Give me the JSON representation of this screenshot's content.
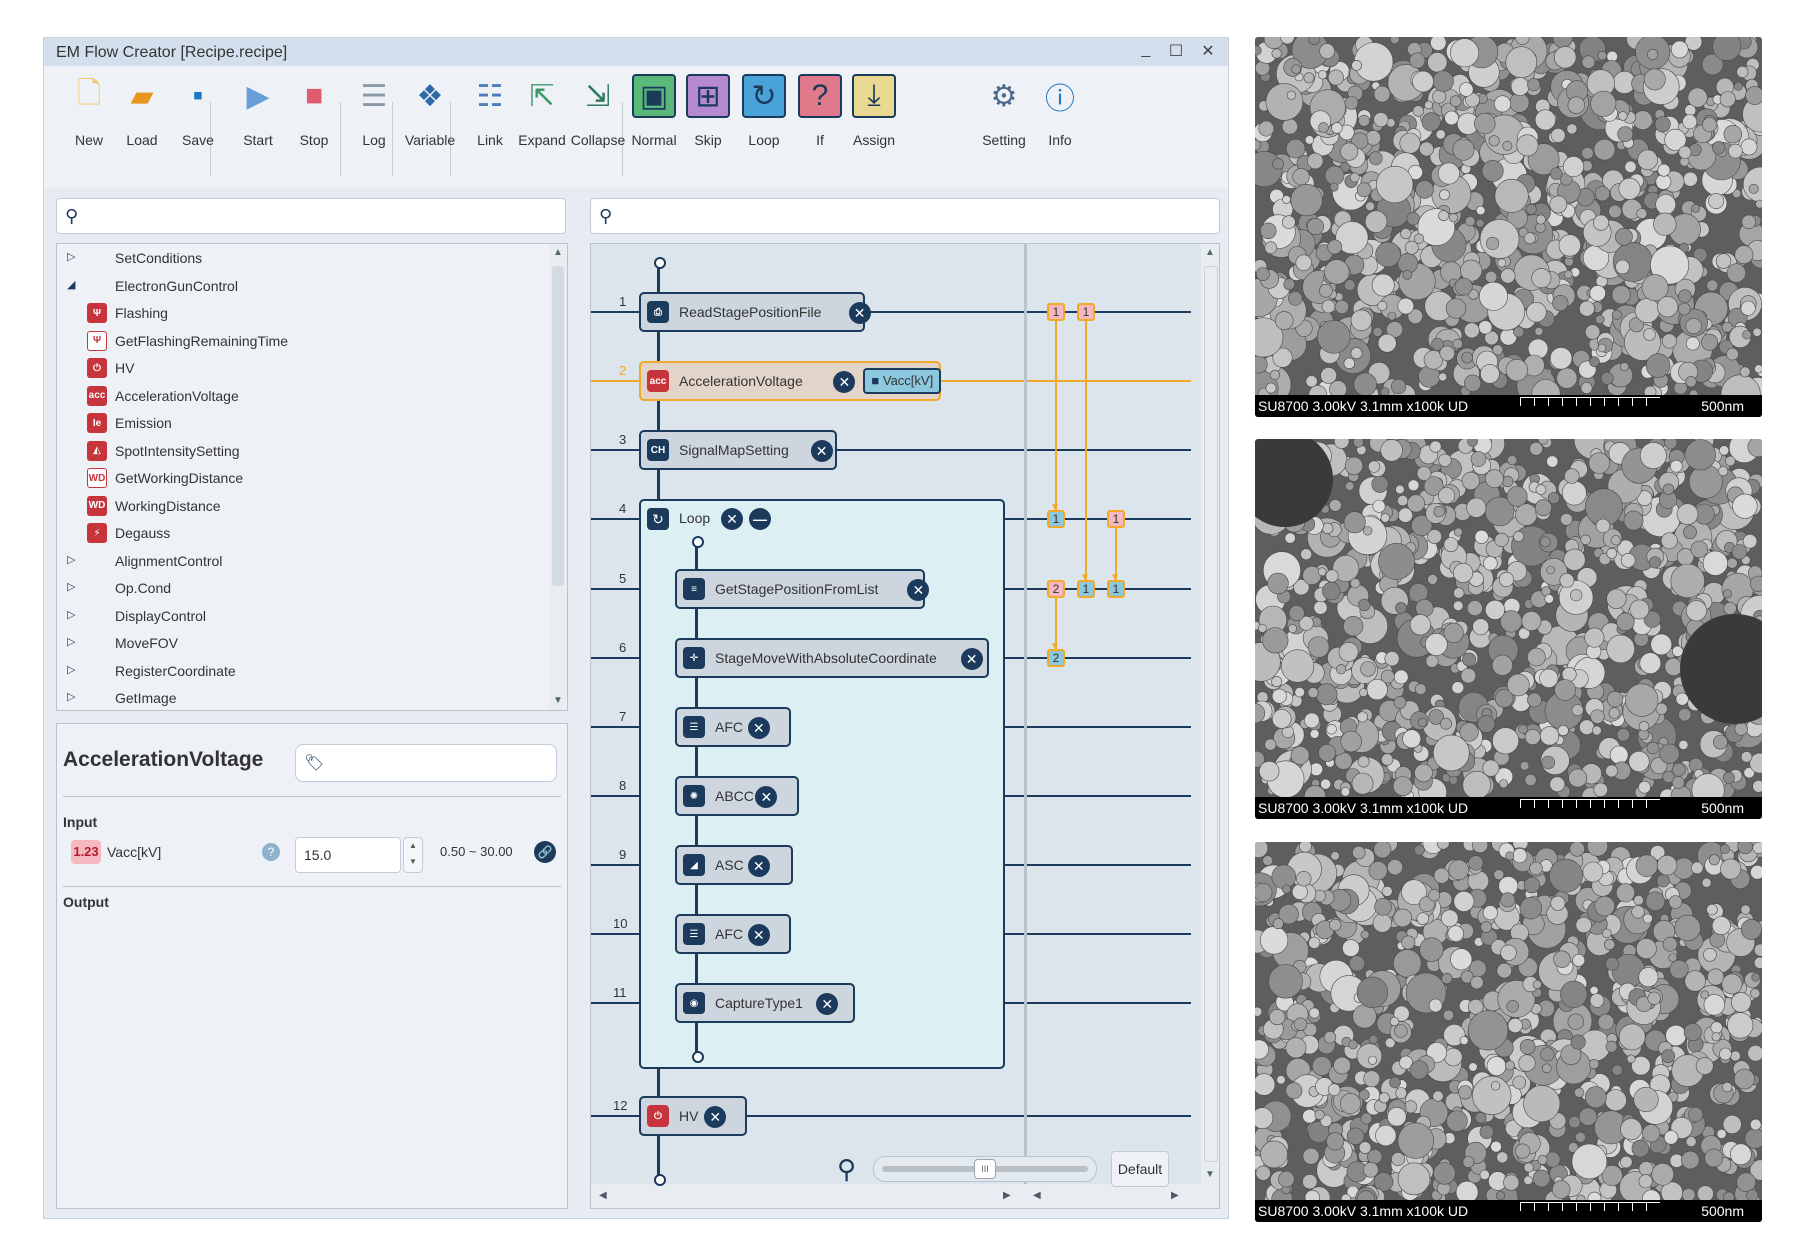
{
  "window": {
    "title": "EM Flow Creator  [Recipe.recipe]",
    "minimize": "_",
    "maximize": "☐",
    "close": "✕"
  },
  "toolbar": [
    {
      "id": "new",
      "label": "New",
      "icon": "new-file-icon",
      "color": "#f0c860",
      "glyph": "🗋"
    },
    {
      "id": "load",
      "label": "Load",
      "icon": "folder-icon",
      "color": "#e8961e",
      "glyph": "▰"
    },
    {
      "id": "save",
      "label": "Save",
      "icon": "save-icon",
      "color": "#1e78c8",
      "glyph": "▪"
    },
    {
      "id": "start",
      "label": "Start",
      "icon": "play-icon",
      "color": "#6a9ed8",
      "glyph": "▶"
    },
    {
      "id": "stop",
      "label": "Stop",
      "icon": "stop-icon",
      "color": "#e05a6e",
      "glyph": "■"
    },
    {
      "id": "log",
      "label": "Log",
      "icon": "log-icon",
      "color": "#8a98a8",
      "glyph": "☰"
    },
    {
      "id": "variable",
      "label": "Variable",
      "icon": "variable-icon",
      "color": "#2e6aa8",
      "glyph": "❖"
    },
    {
      "id": "link",
      "label": "Link",
      "icon": "link-icon",
      "color": "#4a7eb8",
      "glyph": "☷"
    },
    {
      "id": "expand",
      "label": "Expand",
      "icon": "expand-icon",
      "color": "#3c9a6a",
      "glyph": "⇱"
    },
    {
      "id": "collapse",
      "label": "Collapse",
      "icon": "collapse-icon",
      "color": "#2e7a5c",
      "glyph": "⇲"
    },
    {
      "id": "normal",
      "label": "Normal",
      "icon": "normal-node-icon",
      "color": "#59b87a",
      "glyph": "▣"
    },
    {
      "id": "skip",
      "label": "Skip",
      "icon": "skip-node-icon",
      "color": "#b58ad0",
      "glyph": "⊞"
    },
    {
      "id": "loop",
      "label": "Loop",
      "icon": "loop-node-icon",
      "color": "#4aa3d8",
      "glyph": "↻"
    },
    {
      "id": "if",
      "label": "If",
      "icon": "if-node-icon",
      "color": "#e07a8a",
      "glyph": "?"
    },
    {
      "id": "assign",
      "label": "Assign",
      "icon": "assign-node-icon",
      "color": "#e8d890",
      "glyph": "⤓"
    },
    {
      "id": "setting",
      "label": "Setting",
      "icon": "gear-icon",
      "color": "#4a6a8c",
      "glyph": "⚙"
    },
    {
      "id": "info",
      "label": "Info",
      "icon": "info-icon",
      "color": "#1e78c8",
      "glyph": "ⓘ"
    }
  ],
  "tree": [
    {
      "label": "SetConditions",
      "type": "collapsed"
    },
    {
      "label": "ElectronGunControl",
      "type": "expanded"
    },
    {
      "label": "Flashing",
      "type": "leaf",
      "icon": "flashing-icon",
      "badge": "Ψ",
      "color": "#c8343c"
    },
    {
      "label": "GetFlashingRemainingTime",
      "type": "leaf",
      "icon": "get-flashing-time-icon",
      "badge": "Ψ",
      "color": "#c8343c",
      "outline": true
    },
    {
      "label": "HV",
      "type": "leaf",
      "icon": "power-icon",
      "badge": "⏻",
      "color": "#c8343c"
    },
    {
      "label": "AccelerationVoltage",
      "type": "leaf",
      "icon": "acceleration-voltage-icon",
      "badge": "acc",
      "color": "#c8343c"
    },
    {
      "label": "Emission",
      "type": "leaf",
      "icon": "emission-icon",
      "badge": "Ie",
      "color": "#c8343c"
    },
    {
      "label": "SpotIntensitySetting",
      "type": "leaf",
      "icon": "spot-intensity-icon",
      "badge": "◭",
      "color": "#c8343c"
    },
    {
      "label": "GetWorkingDistance",
      "type": "leaf",
      "icon": "get-working-distance-icon",
      "badge": "WD",
      "color": "#c8343c",
      "outline": true
    },
    {
      "label": "WorkingDistance",
      "type": "leaf",
      "icon": "working-distance-icon",
      "badge": "WD",
      "color": "#c8343c"
    },
    {
      "label": "Degauss",
      "type": "leaf",
      "icon": "degauss-icon",
      "badge": "⚡",
      "color": "#c8343c"
    },
    {
      "label": "AlignmentControl",
      "type": "collapsed"
    },
    {
      "label": "Op.Cond",
      "type": "collapsed"
    },
    {
      "label": "DisplayControl",
      "type": "collapsed"
    },
    {
      "label": "MoveFOV",
      "type": "collapsed"
    },
    {
      "label": "RegisterCoordinate",
      "type": "collapsed"
    },
    {
      "label": "GetImage",
      "type": "collapsed"
    }
  ],
  "props": {
    "title": "AccelerationVoltage",
    "tag_icon": "tag-icon",
    "input_label": "Input",
    "output_label": "Output",
    "param_badge": "1.23",
    "param_name": "Vacc[kV]",
    "param_value": "15.0",
    "param_range": "0.50 ~ 30.00"
  },
  "flow": {
    "nodes": [
      {
        "num": "1",
        "label": "ReadStagePositionFile",
        "icon": "read-file-icon",
        "badge": "⎙"
      },
      {
        "num": "2",
        "label": "AccelerationVoltage",
        "icon": "acceleration-voltage-icon",
        "badge": "acc",
        "selected": true,
        "var": "Vacc[kV]"
      },
      {
        "num": "3",
        "label": "SignalMapSetting",
        "icon": "signal-map-icon",
        "badge": "CH"
      },
      {
        "num": "4",
        "label": "Loop",
        "icon": "loop-icon",
        "badge": "↻",
        "loop": true
      },
      {
        "num": "5",
        "label": "GetStagePositionFromList",
        "icon": "stage-list-icon",
        "badge": "≡"
      },
      {
        "num": "6",
        "label": "StageMoveWithAbsoluteCoordinate",
        "icon": "stage-move-icon",
        "badge": "✛"
      },
      {
        "num": "7",
        "label": "AFC",
        "icon": "afc-icon",
        "badge": "☰"
      },
      {
        "num": "8",
        "label": "ABCC",
        "icon": "abcc-icon",
        "badge": "✺"
      },
      {
        "num": "9",
        "label": "ASC",
        "icon": "asc-icon",
        "badge": "◢"
      },
      {
        "num": "10",
        "label": "AFC",
        "icon": "afc-icon",
        "badge": "☰"
      },
      {
        "num": "11",
        "label": "CaptureType1",
        "icon": "camera-icon",
        "badge": "◉"
      },
      {
        "num": "12",
        "label": "HV",
        "icon": "power-icon",
        "badge": "⏻",
        "red": true
      }
    ],
    "connectors": [
      {
        "row": 1,
        "col": 0,
        "text": "1",
        "color": "pink"
      },
      {
        "row": 1,
        "col": 1,
        "text": "1",
        "color": "pink"
      },
      {
        "row": 4,
        "col": 0,
        "text": "1",
        "color": "blue"
      },
      {
        "row": 4,
        "col": 2,
        "text": "1",
        "color": "pink"
      },
      {
        "row": 5,
        "col": 0,
        "text": "2",
        "color": "pink"
      },
      {
        "row": 5,
        "col": 1,
        "text": "1",
        "color": "blue"
      },
      {
        "row": 5,
        "col": 2,
        "text": "1",
        "color": "blue"
      },
      {
        "row": 6,
        "col": 0,
        "text": "2",
        "color": "blue"
      }
    ],
    "zoom_default": "Default"
  },
  "sem_images": [
    {
      "caption": "SU8700 3.00kV 3.1mm x100k UD",
      "scale": "500nm"
    },
    {
      "caption": "SU8700 3.00kV 3.1mm x100k UD",
      "scale": "500nm"
    },
    {
      "caption": "SU8700 3.00kV 3.1mm x100k UD",
      "scale": "500nm"
    }
  ]
}
